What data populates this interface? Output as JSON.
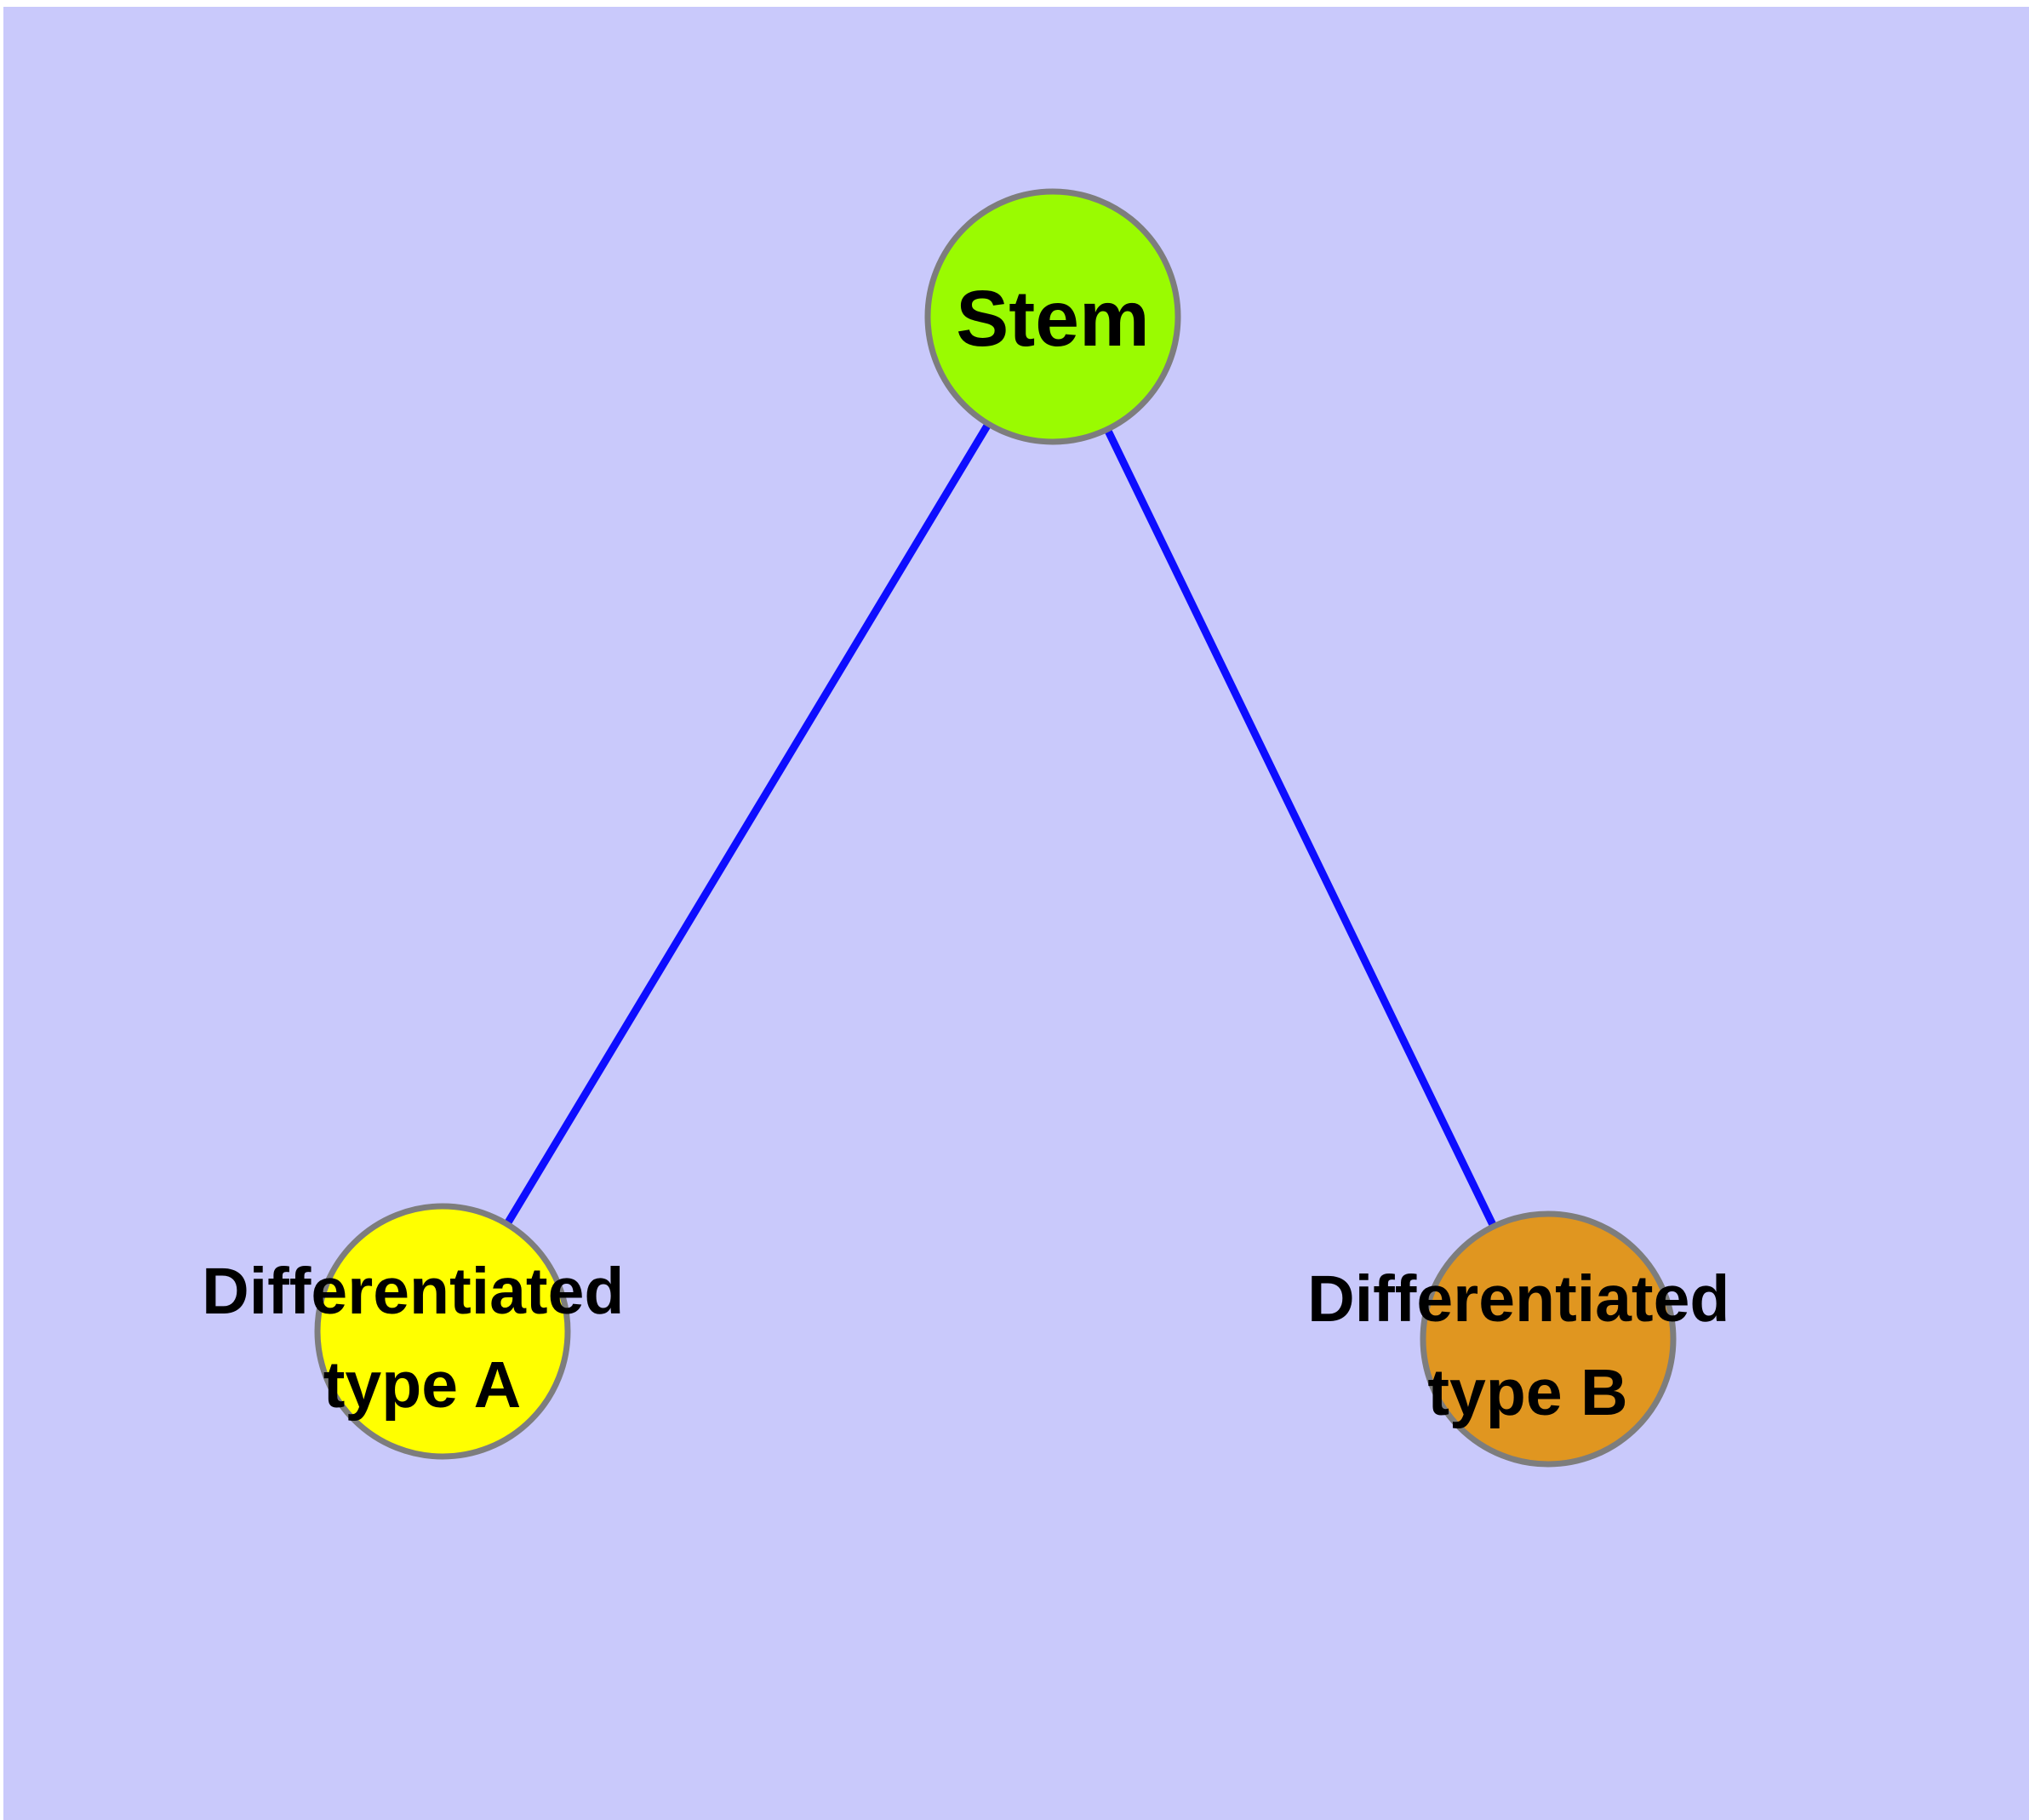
{
  "diagram": {
    "type": "graph",
    "background": "#c9c9fb",
    "page_background": "#ffffff",
    "edge_color": "#0d0dff",
    "node_border_color": "#7d7d7d",
    "label_color": "#000000",
    "nodes": [
      {
        "id": "stem",
        "label": "Stem",
        "fill": "#9afb01"
      },
      {
        "id": "differentiated-type-a",
        "label_line1": "Differentiated",
        "label_line2": "type A",
        "fill": "#ffff00"
      },
      {
        "id": "differentiated-type-b",
        "label_line1": "Differentiated",
        "label_line2": "type B",
        "fill": "#e09620"
      }
    ],
    "edges": [
      {
        "from": "stem",
        "to": "differentiated-type-a"
      },
      {
        "from": "stem",
        "to": "differentiated-type-b"
      }
    ]
  }
}
